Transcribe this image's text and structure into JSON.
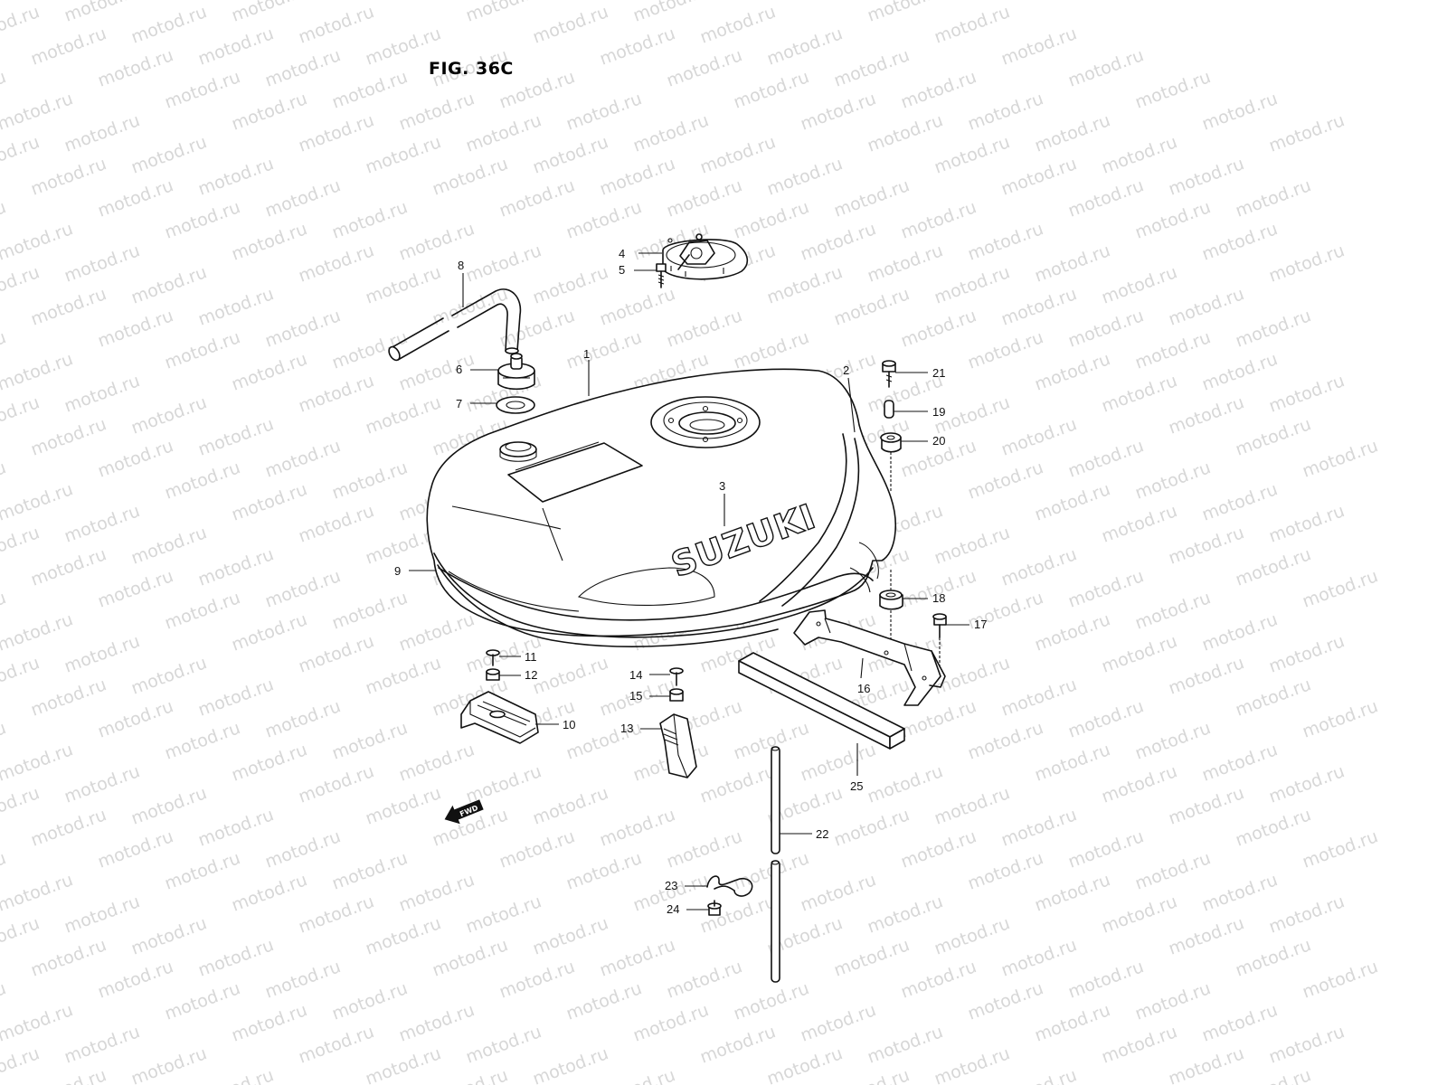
{
  "figure": {
    "title": "FIG. 36C",
    "watermark": "motod.ru",
    "logo_text": "SUZUKI",
    "fwd_text": "FWD"
  },
  "callouts": {
    "c1": "1",
    "c2": "2",
    "c3": "3",
    "c4": "4",
    "c5": "5",
    "c6": "6",
    "c7": "7",
    "c8": "8",
    "c9": "9",
    "c10": "10",
    "c11": "11",
    "c12": "12",
    "c13": "13",
    "c14": "14",
    "c15": "15",
    "c16": "16",
    "c17": "17",
    "c18": "18",
    "c19": "19",
    "c20": "20",
    "c21": "21",
    "c22": "22",
    "c23": "23",
    "c24": "24",
    "c25": "25"
  }
}
